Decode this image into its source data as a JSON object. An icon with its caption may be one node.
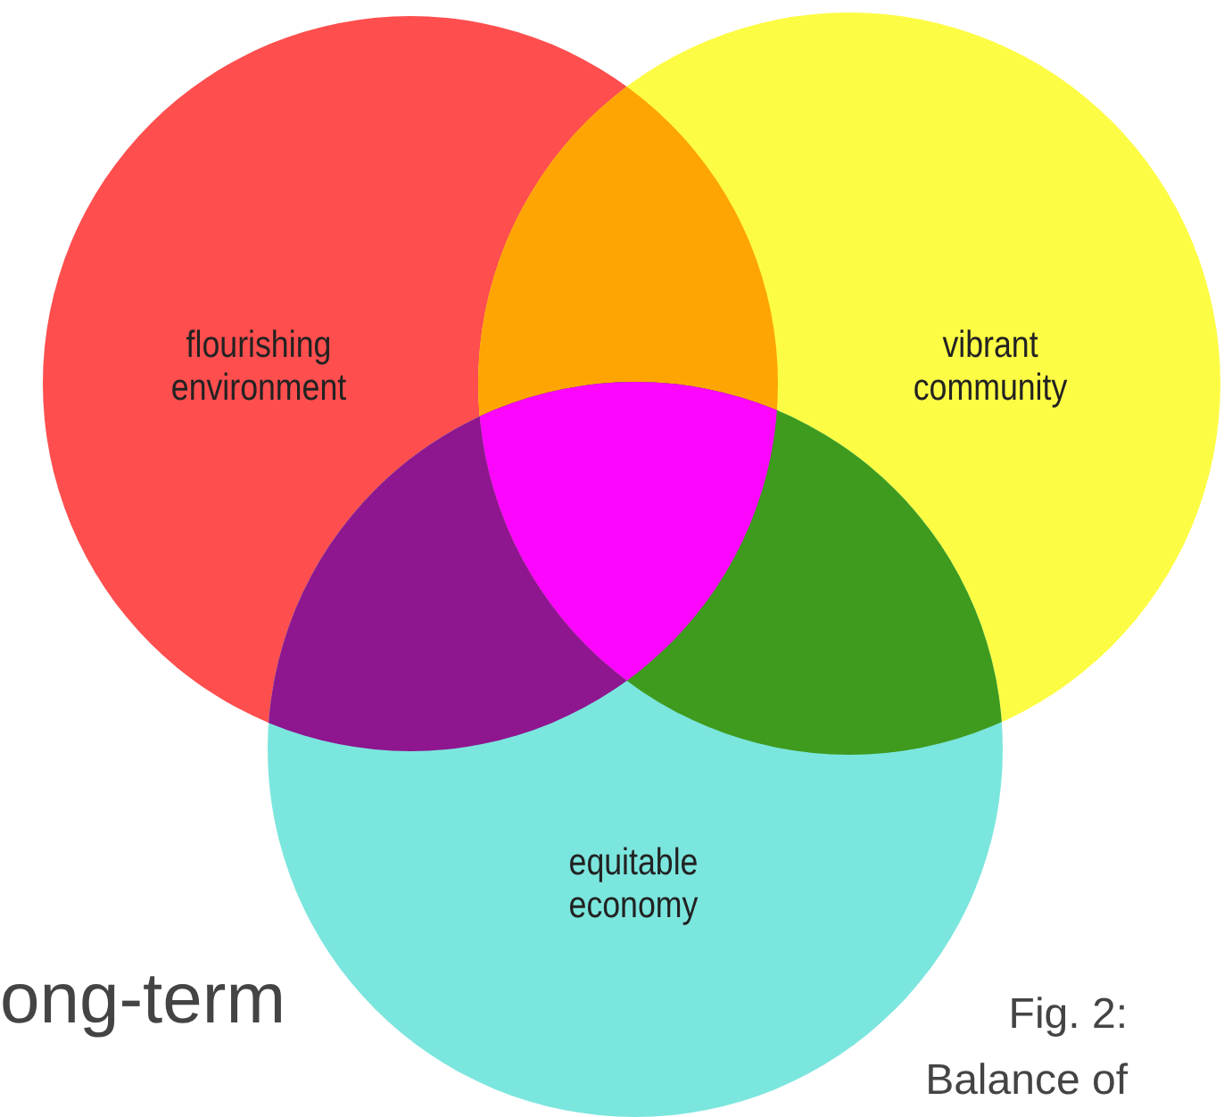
{
  "diagram": {
    "nodes": [
      {
        "text": [
          "flourishing environment"
        ]
      },
      {
        "text": [
          "vibrant community"
        ]
      },
      {
        "text": [
          "equitable economy"
        ]
      }
    ],
    "edges": [],
    "labels": [
      "ong-term",
      "Fig. 2:",
      "Balance of"
    ]
  }
}
